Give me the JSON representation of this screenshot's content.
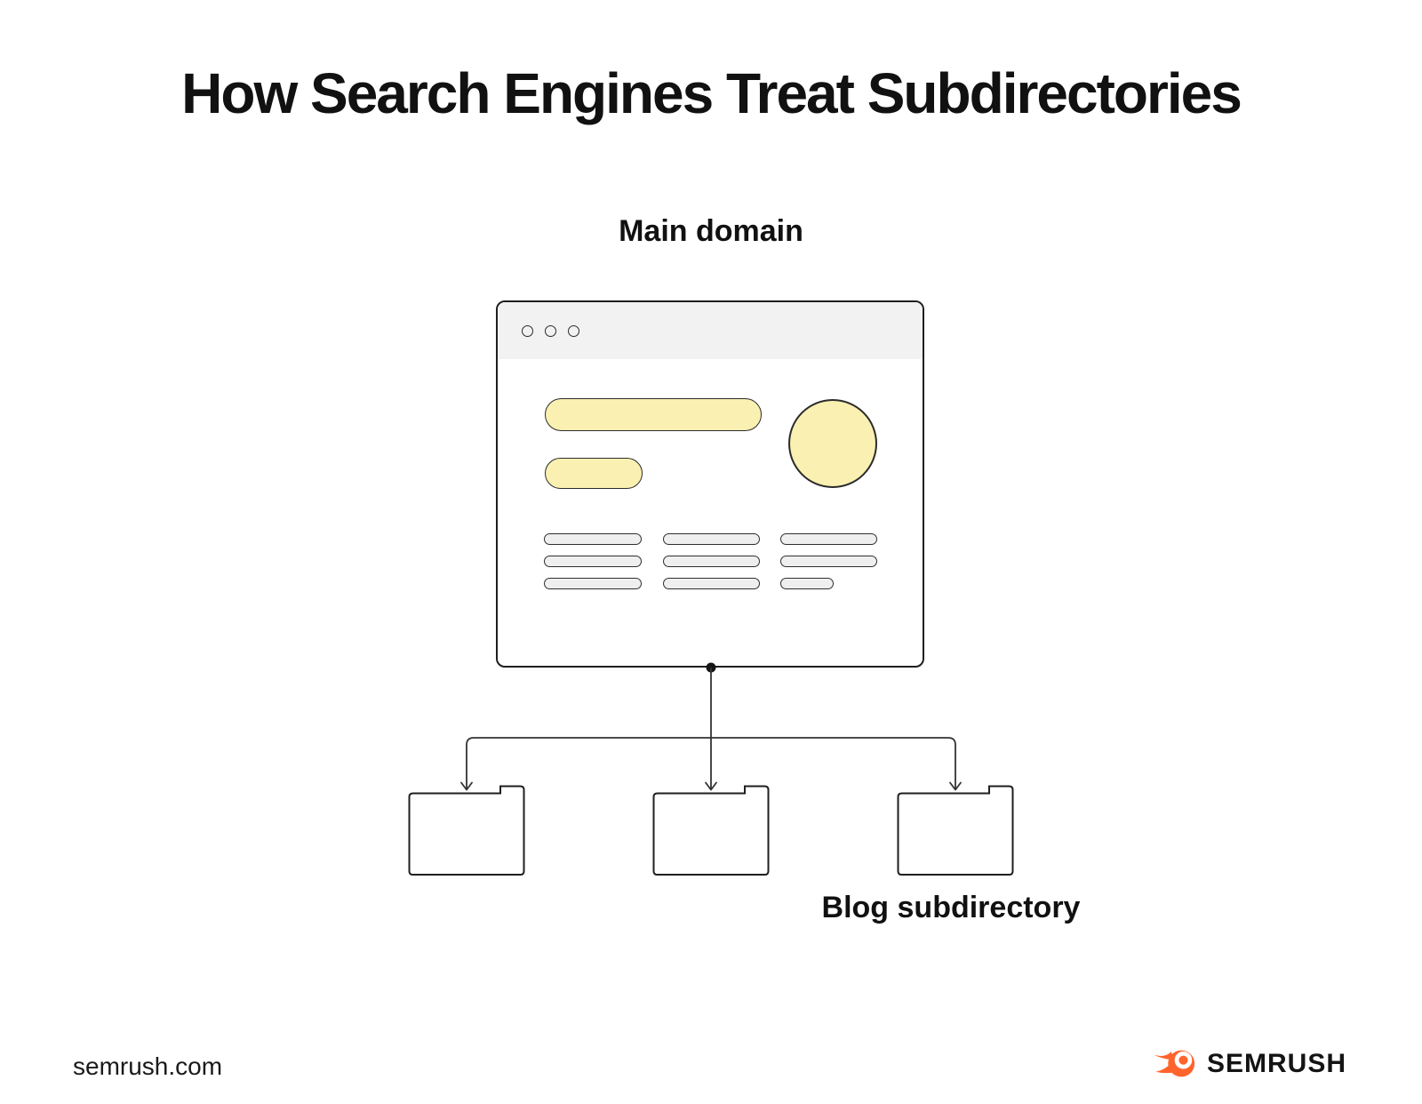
{
  "title": "How Search Engines Treat Subdirectories",
  "labels": {
    "main_domain": "Main domain",
    "blog_subdirectory": "Blog subdirectory"
  },
  "footer": {
    "site": "semrush.com",
    "brand": "SEMRUSH"
  },
  "diagram": {
    "subdirectory_folder_count": 3,
    "window_button_count": 3
  },
  "colors": {
    "accent_yellow": "#FAF0B2",
    "placeholder_gray": "#EFEFEF",
    "header_gray": "#F2F2F2",
    "outline": "#1F1F1F",
    "connector": "#333333",
    "brand_orange": "#FF642D",
    "text": "#111111",
    "background": "#FFFFFF"
  }
}
